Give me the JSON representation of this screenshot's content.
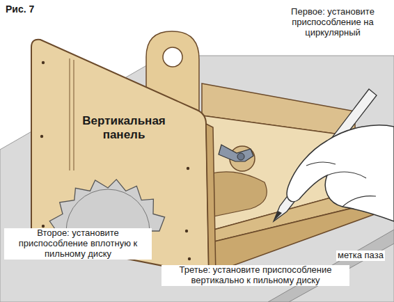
{
  "diagram": {
    "title": "Рис. 7",
    "labels": [
      "Первое: установите приспособление на циркулярный",
      "Вертикальная панель",
      "Второе: установите приспособление вплотную к пильному диску",
      "метка паза",
      "Третье: установите приспособление вертикально к пильному диску"
    ]
  }
}
